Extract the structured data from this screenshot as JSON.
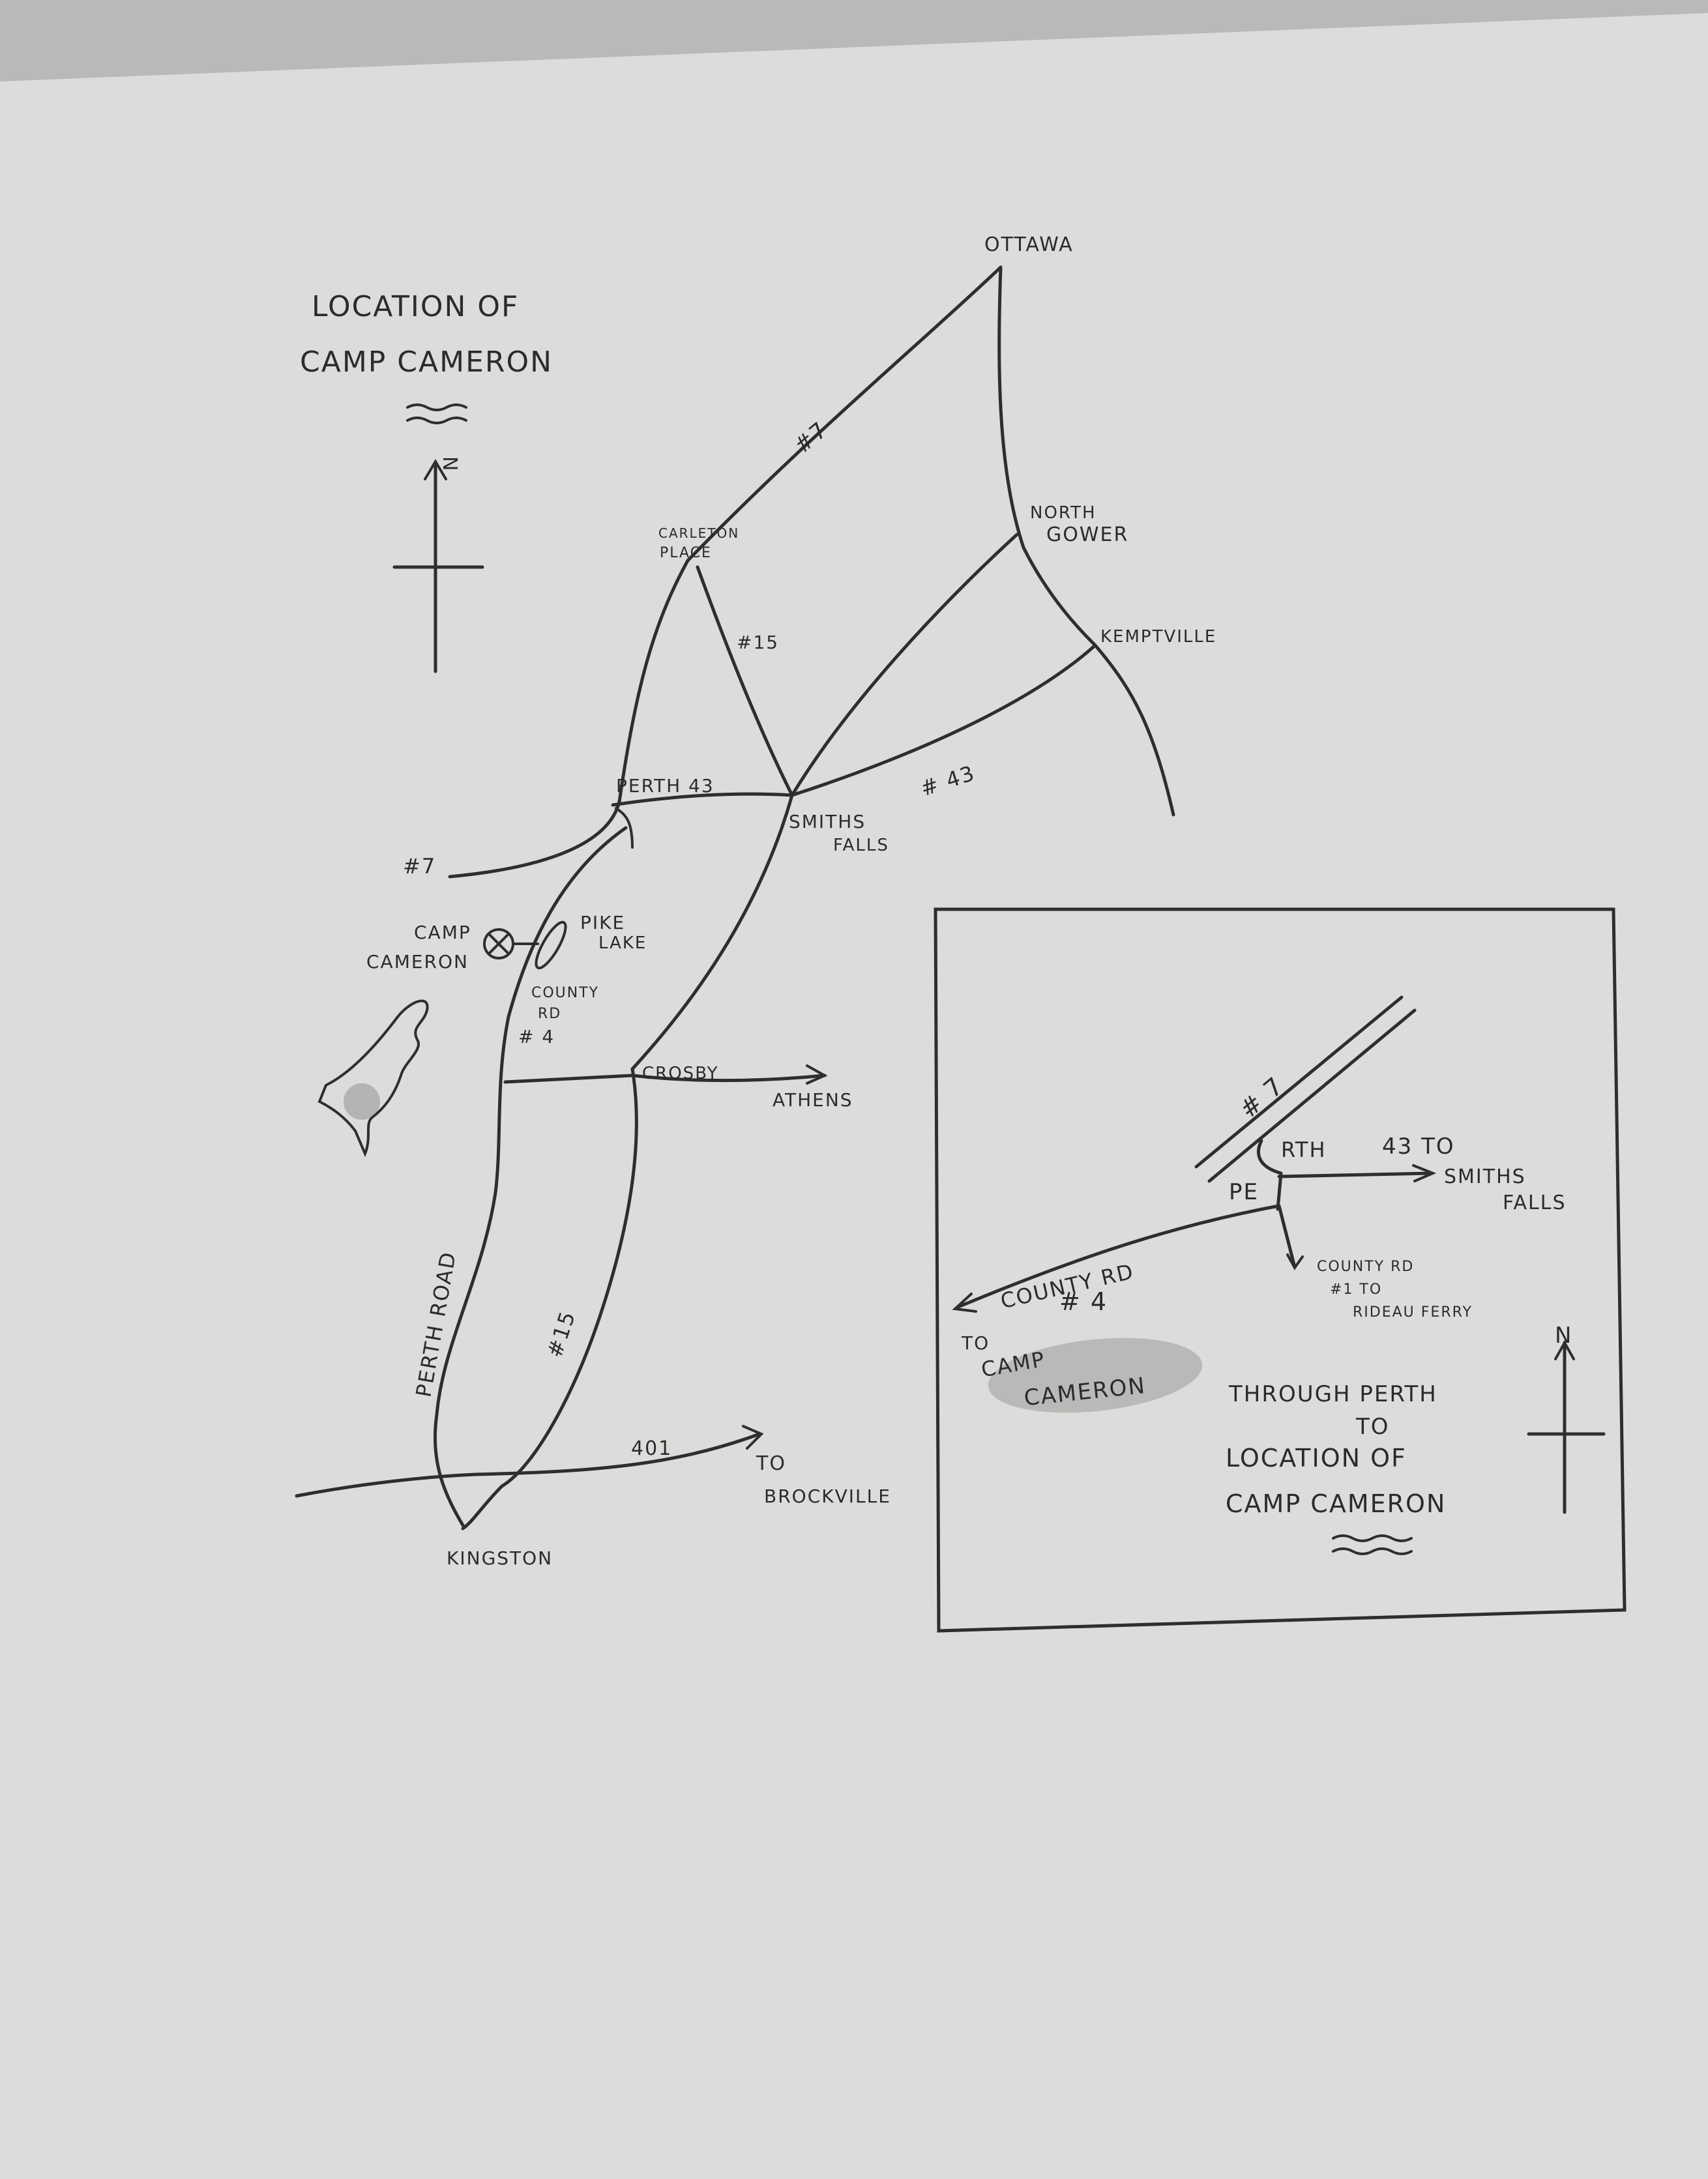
{
  "main_map": {
    "title_line1": "LOCATION OF",
    "title_line2": "CAMP CAMERON",
    "north_label": "N",
    "towns": {
      "ottawa": "OTTAWA",
      "carleton_place": "CARLETON",
      "carleton_place_2": "PLACE",
      "north_gower": "NORTH",
      "north_gower_2": "GOWER",
      "kemptville": "KEMPTVILLE",
      "smiths_falls": "SMITHS",
      "smiths_falls_2": "FALLS",
      "camp_cameron": "CAMP",
      "camp_cameron_2": "CAMERON",
      "pike_lake": "PIKE",
      "pike_lake_2": "LAKE",
      "crosby": "CROSBY",
      "athens": "ATHENS",
      "kingston": "KINGSTON",
      "brockville_to": "TO",
      "brockville": "BROCKVILLE"
    },
    "roads": {
      "hwy7_upper": "#7",
      "hwy7_west": "#7",
      "hwy15_upper": "#15",
      "hwy15_lower": "#15",
      "perth43": "PERTH 43",
      "hwy43_east": "# 43",
      "county_rd": "COUNTY",
      "county_rd_2": "RD",
      "county_rd_3": "# 4",
      "perth_road": "PERTH ROAD",
      "hwy401": "401"
    }
  },
  "inset_map": {
    "hwy7": "# 7",
    "perth_left": "PE",
    "perth_right": "RTH",
    "hwy43_to": "43 TO",
    "smiths_falls": "SMITHS",
    "smiths_falls_2": "FALLS",
    "county_rd": "COUNTY RD",
    "county_rd_num": "# 4",
    "county_rd1": "COUNTY RD",
    "county_rd1_2": "#1 TO",
    "county_rd1_3": "RIDEAU FERRY",
    "to_camp": "TO",
    "to_camp_2": "CAMP",
    "to_camp_3": "CAMERON",
    "caption_1": "THROUGH PERTH",
    "caption_2": "TO",
    "caption_3": "LOCATION OF",
    "caption_4": "CAMP CAMERON",
    "north_label": "N"
  },
  "colors": {
    "paper": "#dcdcda",
    "ink": "#2e2e2e",
    "background": "#b9b9b7"
  }
}
